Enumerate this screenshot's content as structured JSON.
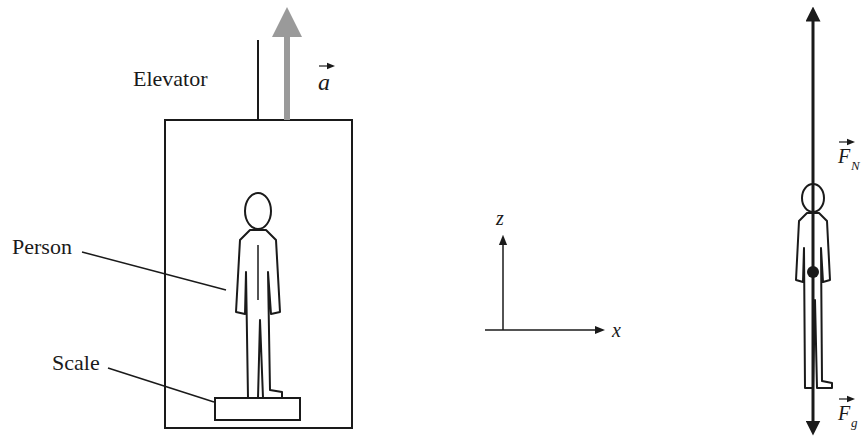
{
  "diagram": {
    "labels": [
      "Elevator",
      "a",
      "Person",
      "Scale",
      "z",
      "x",
      "F",
      "N",
      "F",
      "g"
    ]
  }
}
